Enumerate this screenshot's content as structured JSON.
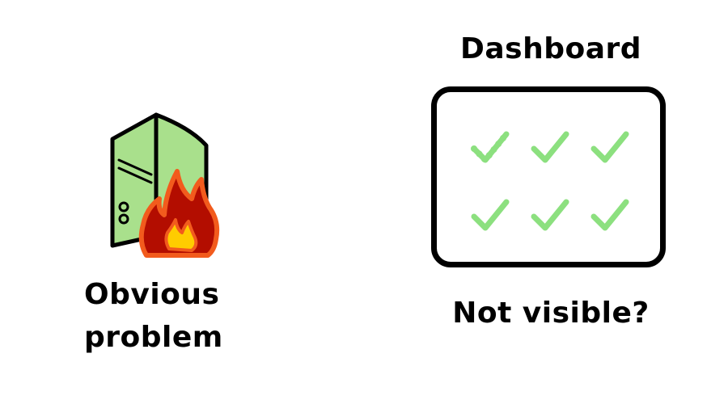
{
  "left_panel": {
    "caption_line1": "Obvious",
    "caption_line2": "problem",
    "icons": [
      "server-icon",
      "fire-icon"
    ]
  },
  "right_panel": {
    "title": "Dashboard",
    "caption": "Not visible?",
    "checkmarks": [
      "checkmark-icon",
      "checkmark-icon",
      "checkmark-icon",
      "checkmark-icon",
      "checkmark-icon",
      "checkmark-icon"
    ]
  },
  "colors": {
    "server_body": "#a9e08c",
    "outline": "#000000",
    "check": "#8ce07f",
    "fire_outer": "#f25b1d",
    "fire_mid": "#b30d00",
    "fire_inner": "#ffcc00"
  }
}
